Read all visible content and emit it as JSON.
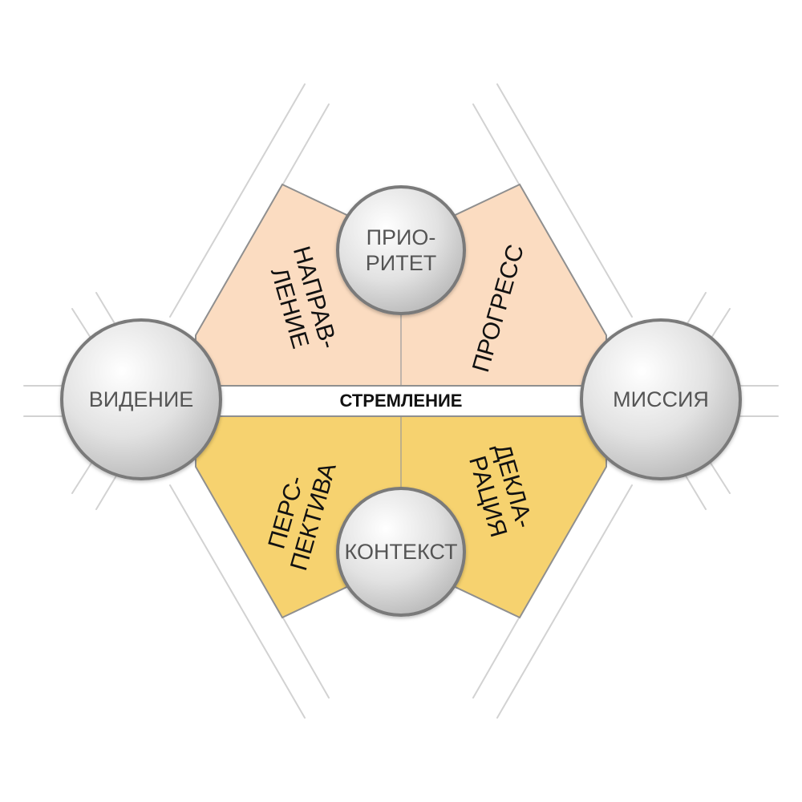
{
  "colors": {
    "upper_fill": "#fbdcc1",
    "lower_fill": "#f6d26f",
    "band_fill": "#ffffff",
    "sphere_light": "#ffffff",
    "sphere_dark": "#bdbdbd"
  },
  "center": {
    "label": "СТРЕМЛЕНИЕ"
  },
  "nodes": {
    "left": {
      "label": "ВИДЕНИЕ"
    },
    "right": {
      "label": "МИССИЯ"
    },
    "top": {
      "line1": "ПРИО-",
      "line2": "РИТЕТ"
    },
    "bottom": {
      "label": "КОНТЕКСТ"
    }
  },
  "segments": {
    "upper_left": {
      "line1": "НАПРАВ-",
      "line2": "ЛЕНИЕ"
    },
    "upper_right": {
      "label": "ПРОГРЕСС"
    },
    "lower_left": {
      "line1": "ПЕРС-",
      "line2": "ПЕКТИВА"
    },
    "lower_right": {
      "line1": "ДЕКЛА-",
      "line2": "РАЦИЯ"
    }
  }
}
